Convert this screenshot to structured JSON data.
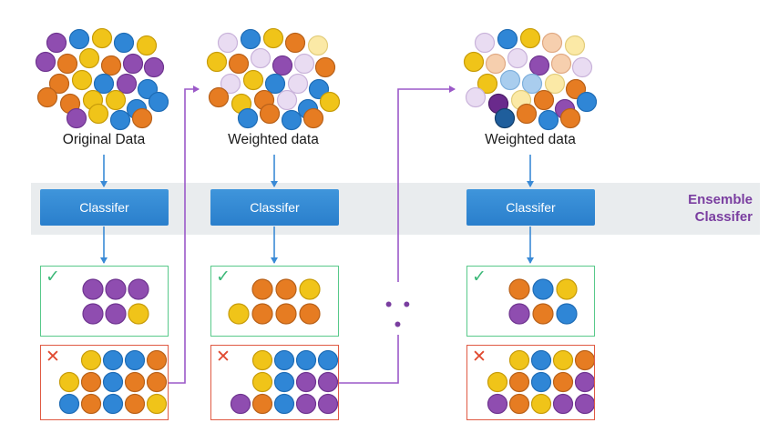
{
  "colors": {
    "purple": "#8f4db0",
    "blue": "#2f86d6",
    "yellow": "#f0c419",
    "orange": "#e67c22",
    "dark_purple": "#6a2a8c",
    "dark_blue": "#1f5e9c",
    "light_purple": "#e9dcf2",
    "light_yellow": "#fbe9a6",
    "light_orange": "#f6cfae",
    "light_blue": "#a9cdee",
    "arrow_blue": "#3a8ad6",
    "arrow_purple": "#9b59c8"
  },
  "columns": [
    {
      "label": "Original Data",
      "classifier_label": "Classifer",
      "correct_mark": "✓",
      "wrong_mark": "✕"
    },
    {
      "label": "Weighted data",
      "classifier_label": "Classifer",
      "correct_mark": "✓",
      "wrong_mark": "✕"
    },
    {
      "label": "Weighted data",
      "classifier_label": "Classifer",
      "correct_mark": "✓",
      "wrong_mark": "✕"
    }
  ],
  "ensemble_label_line1": "Ensemble",
  "ensemble_label_line2": "Classifer",
  "ellipsis": "• • •",
  "clusters": [
    [
      "purple",
      "blue",
      "yellow",
      "blue",
      "yellow",
      "purple",
      "orange",
      "yellow",
      "orange",
      "purple",
      "purple",
      "orange",
      "yellow",
      "blue",
      "purple",
      "blue",
      "orange",
      "orange",
      "yellow",
      "yellow",
      "blue",
      "blue",
      "purple",
      "yellow",
      "blue",
      "orange"
    ],
    [
      "light_purple",
      "blue",
      "yellow",
      "orange",
      "light_yellow",
      "yellow",
      "orange",
      "light_purple",
      "purple",
      "light_purple",
      "orange",
      "light_purple",
      "yellow",
      "blue",
      "light_purple",
      "blue",
      "orange",
      "yellow",
      "orange",
      "light_purple",
      "blue",
      "yellow",
      "blue",
      "orange",
      "blue",
      "orange"
    ],
    [
      "light_purple",
      "blue",
      "yellow",
      "light_orange",
      "light_yellow",
      "yellow",
      "light_orange",
      "light_purple",
      "purple",
      "light_orange",
      "light_purple",
      "yellow",
      "light_blue",
      "light_blue",
      "light_yellow",
      "orange",
      "light_purple",
      "dark_purple",
      "light_yellow",
      "orange",
      "purple",
      "blue",
      "dark_blue",
      "orange",
      "blue",
      "orange"
    ]
  ],
  "correct_sets": [
    [
      "purple",
      "purple",
      "purple",
      "purple",
      "purple",
      "yellow"
    ],
    [
      "orange",
      "orange",
      "yellow",
      "yellow",
      "orange",
      "orange",
      "orange"
    ],
    [
      "orange",
      "blue",
      "yellow",
      "purple",
      "orange",
      "blue"
    ]
  ],
  "wrong_sets": [
    [
      "yellow",
      "blue",
      "blue",
      "orange",
      "yellow",
      "orange",
      "blue",
      "orange",
      "orange",
      "blue",
      "orange",
      "blue",
      "orange",
      "yellow"
    ],
    [
      "yellow",
      "blue",
      "blue",
      "blue",
      "yellow",
      "blue",
      "purple",
      "purple",
      "purple",
      "orange",
      "blue",
      "purple",
      "purple"
    ],
    [
      "yellow",
      "blue",
      "yellow",
      "orange",
      "yellow",
      "orange",
      "blue",
      "orange",
      "purple",
      "purple",
      "orange",
      "yellow",
      "purple",
      "purple"
    ]
  ]
}
